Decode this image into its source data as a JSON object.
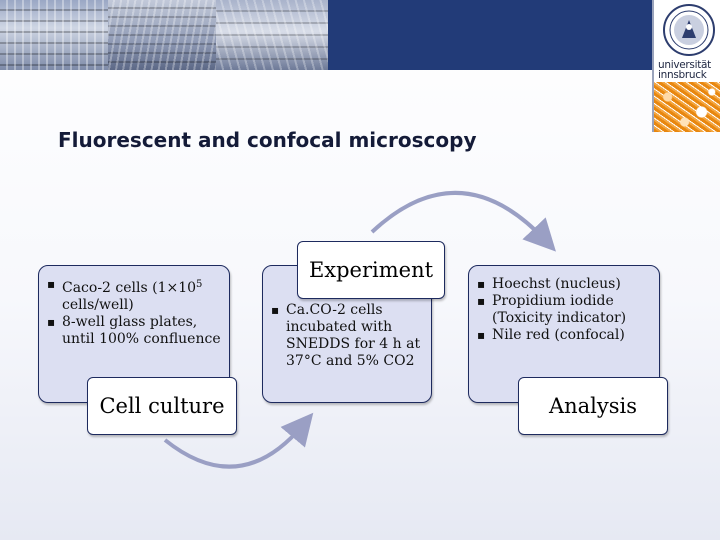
{
  "header": {
    "logo_word_1": "universität",
    "logo_word_2": "innsbruck"
  },
  "title": "Fluorescent and confocal microscopy",
  "steps": [
    {
      "label": "Cell culture",
      "bullets": [
        {
          "pre": "Caco-2 cells (1×10",
          "sup": "5",
          "post": " cells/well)"
        },
        {
          "text": "8-well glass plates, until 100% confluence"
        }
      ]
    },
    {
      "label": "Experiment",
      "bullets": [
        {
          "text": "Ca.CO-2 cells incubated with SNEDDS for 4 h at 37°C and 5% CO2"
        }
      ]
    },
    {
      "label": "Analysis",
      "bullets": [
        {
          "text": "Hoechst  (nucleus)"
        },
        {
          "text": "Propidium iodide (Toxicity indicator)"
        },
        {
          "text": "Nile red (confocal)"
        }
      ]
    }
  ],
  "colors": {
    "header_band": "#223b78",
    "box_fill": "#dcdff2",
    "box_border": "#1d2a5e",
    "arrow": "#9a9fc4",
    "logo_orange": "#e8870f"
  },
  "icons": {
    "bullet": "square-bullet",
    "bullet_glyph": "▪"
  }
}
